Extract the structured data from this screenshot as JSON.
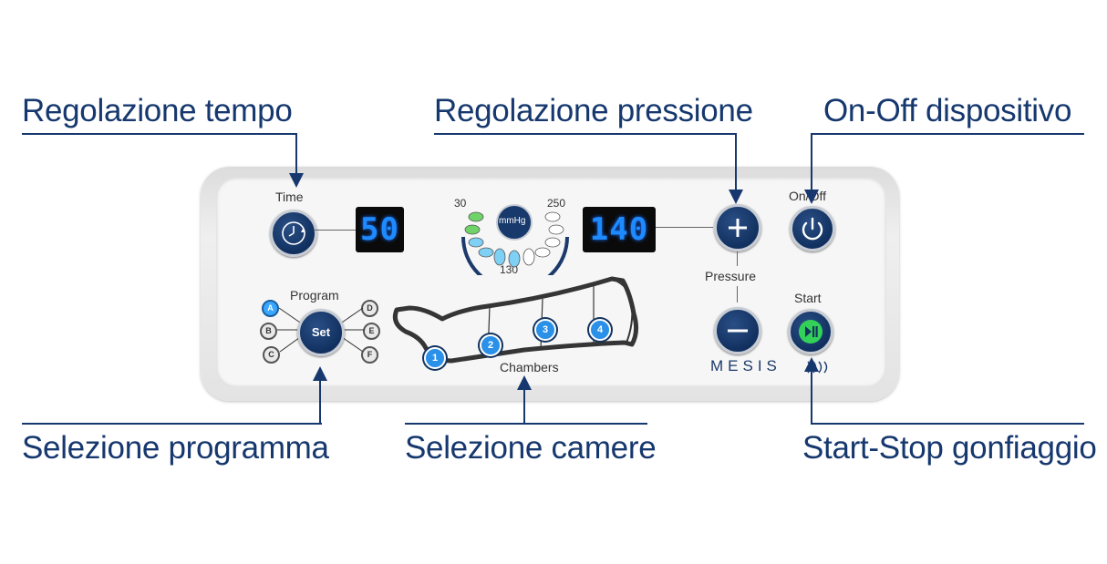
{
  "callouts": {
    "time": "Regolazione tempo",
    "pressure": "Regolazione pressione",
    "onoff": "On-Off dispositivo",
    "program": "Selezione programma",
    "chambers": "Selezione camere",
    "startstop": "Start-Stop gonfiaggio"
  },
  "panel": {
    "time_label": "Time",
    "time_display": "50",
    "gauge_min": "30",
    "gauge_mid": "130",
    "gauge_max": "250",
    "gauge_unit": "mmHg",
    "pressure_display": "140",
    "pressure_label": "Pressure",
    "onoff_label": "On/Off",
    "start_label": "Start",
    "program_label": "Program",
    "set_label": "Set",
    "chambers_label": "Chambers",
    "brand": "MESIS",
    "programs": [
      "A",
      "B",
      "C",
      "D",
      "E",
      "F"
    ],
    "active_program": "A",
    "chambers": [
      "1",
      "2",
      "3",
      "4"
    ]
  },
  "colors": {
    "callout": "#16386e",
    "button": "#11305f",
    "led": "#1d8bff",
    "start_green": "#34d15a",
    "gauge_active": "#6fd36a",
    "gauge_light": "#7fd0f5"
  }
}
